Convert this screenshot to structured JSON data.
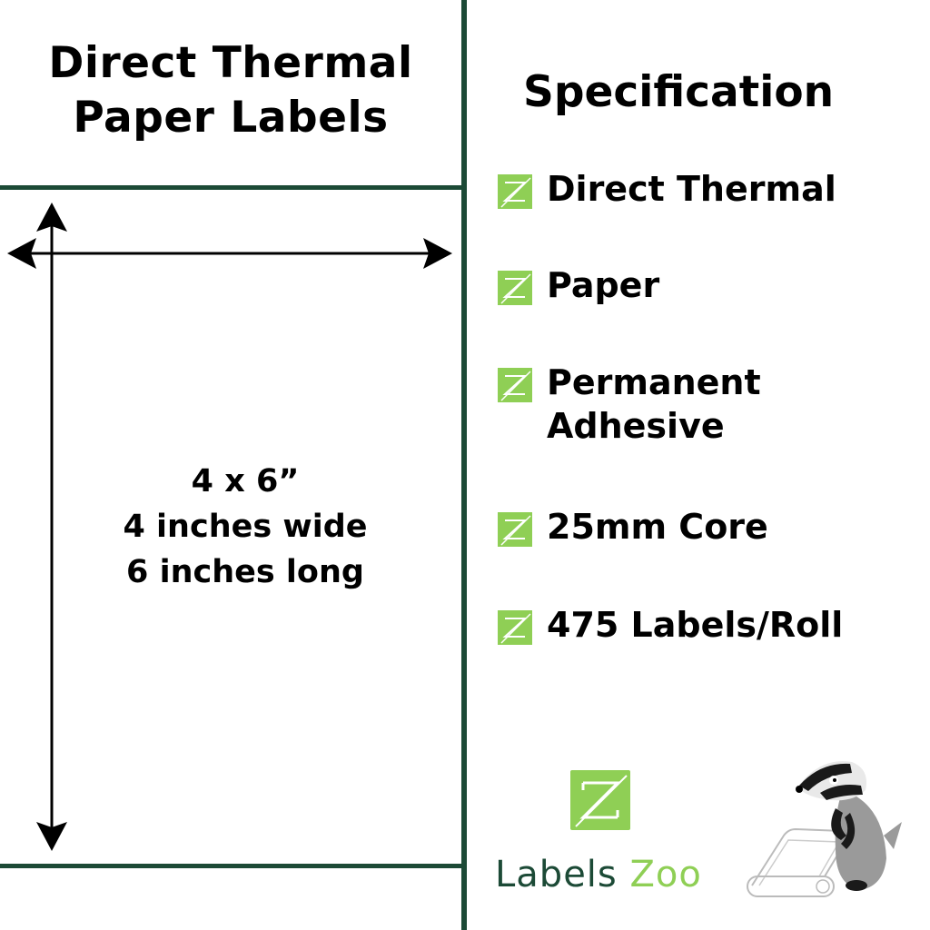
{
  "left_panel": {
    "title_lines": [
      "Direct Thermal",
      "Paper Labels"
    ],
    "dimensions": {
      "lines": [
        "4 x 6”",
        "4 inches wide",
        "6 inches long"
      ]
    }
  },
  "right_panel": {
    "title": "Specification",
    "items": [
      {
        "icon": "labelszoo-z-icon",
        "lines": [
          "Direct Thermal"
        ]
      },
      {
        "icon": "labelszoo-z-icon",
        "lines": [
          "Paper"
        ]
      },
      {
        "icon": "labelszoo-z-icon",
        "lines": [
          "Permanent",
          "Adhesive"
        ]
      },
      {
        "icon": "labelszoo-z-icon",
        "lines": [
          "25mm Core"
        ]
      },
      {
        "icon": "labelszoo-z-icon",
        "lines": [
          "475 Labels/Roll"
        ]
      }
    ]
  },
  "brand": {
    "name_part1": "Labels",
    "name_part2": "Zoo",
    "colors": {
      "dark_green": "#1c4a36",
      "light_green": "#8fcf55"
    }
  }
}
